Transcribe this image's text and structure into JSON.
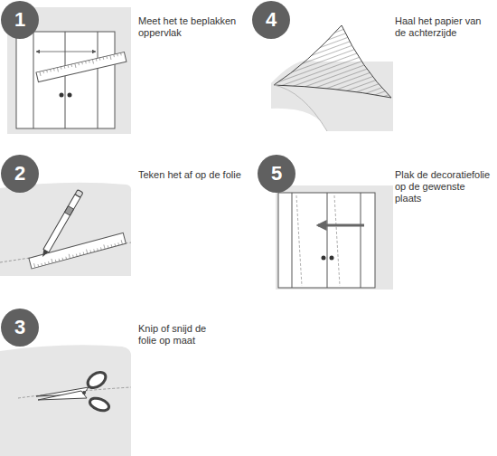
{
  "diagram": {
    "nodes": [
      {
        "text": [
          "1"
        ]
      },
      {
        "text": [
          "2"
        ]
      },
      {
        "text": [
          "3"
        ]
      },
      {
        "text": [
          "4"
        ]
      },
      {
        "text": [
          "5"
        ]
      }
    ],
    "labels": [
      "Meet het te beplakken oppervlak",
      "Teken het af op de folie",
      "Knip of snijd de folie op maat",
      "Haal het papier van de achterzijde",
      "Plak de decoratiefolie op de gewenste plaats"
    ]
  }
}
